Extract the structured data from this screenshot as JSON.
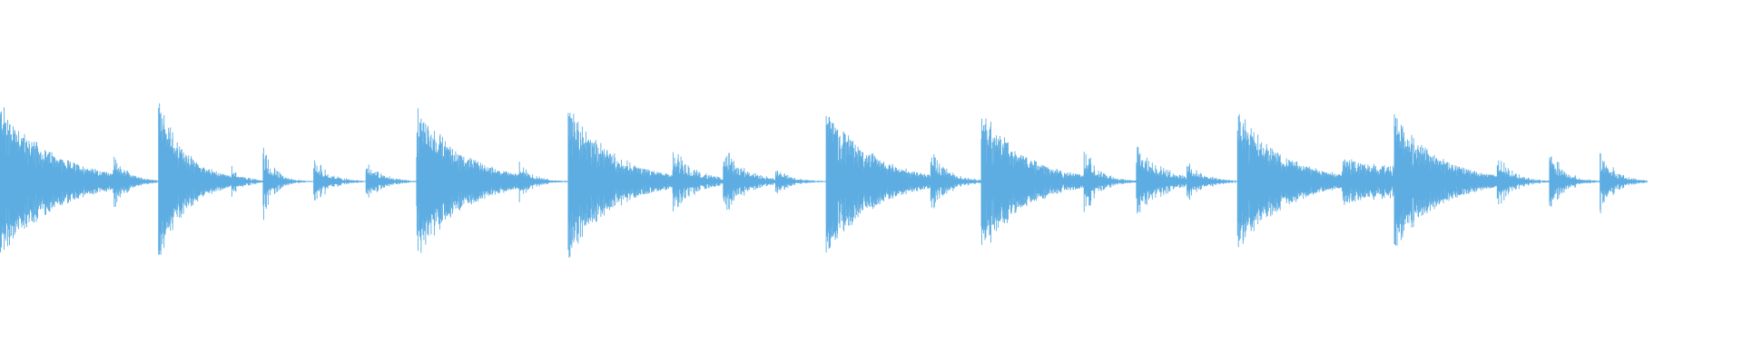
{
  "waveform": {
    "color": "#5dade2",
    "background": "#ffffff",
    "duration_fraction": 0.945,
    "segments": [
      {
        "start": 0.0,
        "amp": 0.98,
        "decay": 2.2,
        "density": 0.9
      },
      {
        "start": 0.065,
        "amp": 0.36,
        "decay": 3.2,
        "density": 0.5
      },
      {
        "start": 0.091,
        "amp": 0.98,
        "decay": 2.6,
        "density": 0.9
      },
      {
        "start": 0.133,
        "amp": 0.2,
        "decay": 2.5,
        "density": 0.4
      },
      {
        "start": 0.151,
        "amp": 0.48,
        "decay": 4.5,
        "density": 0.4
      },
      {
        "start": 0.18,
        "amp": 0.32,
        "decay": 3.4,
        "density": 0.4
      },
      {
        "start": 0.21,
        "amp": 0.3,
        "decay": 3.4,
        "density": 0.4
      },
      {
        "start": 0.239,
        "amp": 0.97,
        "decay": 2.3,
        "density": 0.9
      },
      {
        "start": 0.298,
        "amp": 0.25,
        "decay": 3.5,
        "density": 0.4
      },
      {
        "start": 0.326,
        "amp": 0.96,
        "decay": 2.4,
        "density": 0.9
      },
      {
        "start": 0.386,
        "amp": 0.43,
        "decay": 2.2,
        "density": 0.5
      },
      {
        "start": 0.415,
        "amp": 0.45,
        "decay": 2.4,
        "density": 0.5
      },
      {
        "start": 0.445,
        "amp": 0.17,
        "decay": 3.2,
        "density": 0.4
      },
      {
        "start": 0.474,
        "amp": 0.97,
        "decay": 2.4,
        "density": 0.9
      },
      {
        "start": 0.534,
        "amp": 0.42,
        "decay": 3.0,
        "density": 0.5
      },
      {
        "start": 0.563,
        "amp": 0.9,
        "decay": 2.4,
        "density": 0.9
      },
      {
        "start": 0.622,
        "amp": 0.46,
        "decay": 3.6,
        "density": 0.5
      },
      {
        "start": 0.652,
        "amp": 0.5,
        "decay": 2.0,
        "density": 0.5
      },
      {
        "start": 0.681,
        "amp": 0.28,
        "decay": 3.0,
        "density": 0.4
      },
      {
        "start": 0.71,
        "amp": 0.9,
        "decay": 2.3,
        "density": 0.9
      },
      {
        "start": 0.77,
        "amp": 0.3,
        "decay": 0.6,
        "density": 0.8
      },
      {
        "start": 0.8,
        "amp": 0.85,
        "decay": 2.4,
        "density": 0.9
      },
      {
        "start": 0.859,
        "amp": 0.37,
        "decay": 3.4,
        "density": 0.4
      },
      {
        "start": 0.889,
        "amp": 0.45,
        "decay": 3.6,
        "density": 0.4
      },
      {
        "start": 0.918,
        "amp": 0.42,
        "decay": 3.2,
        "density": 0.4
      }
    ]
  }
}
